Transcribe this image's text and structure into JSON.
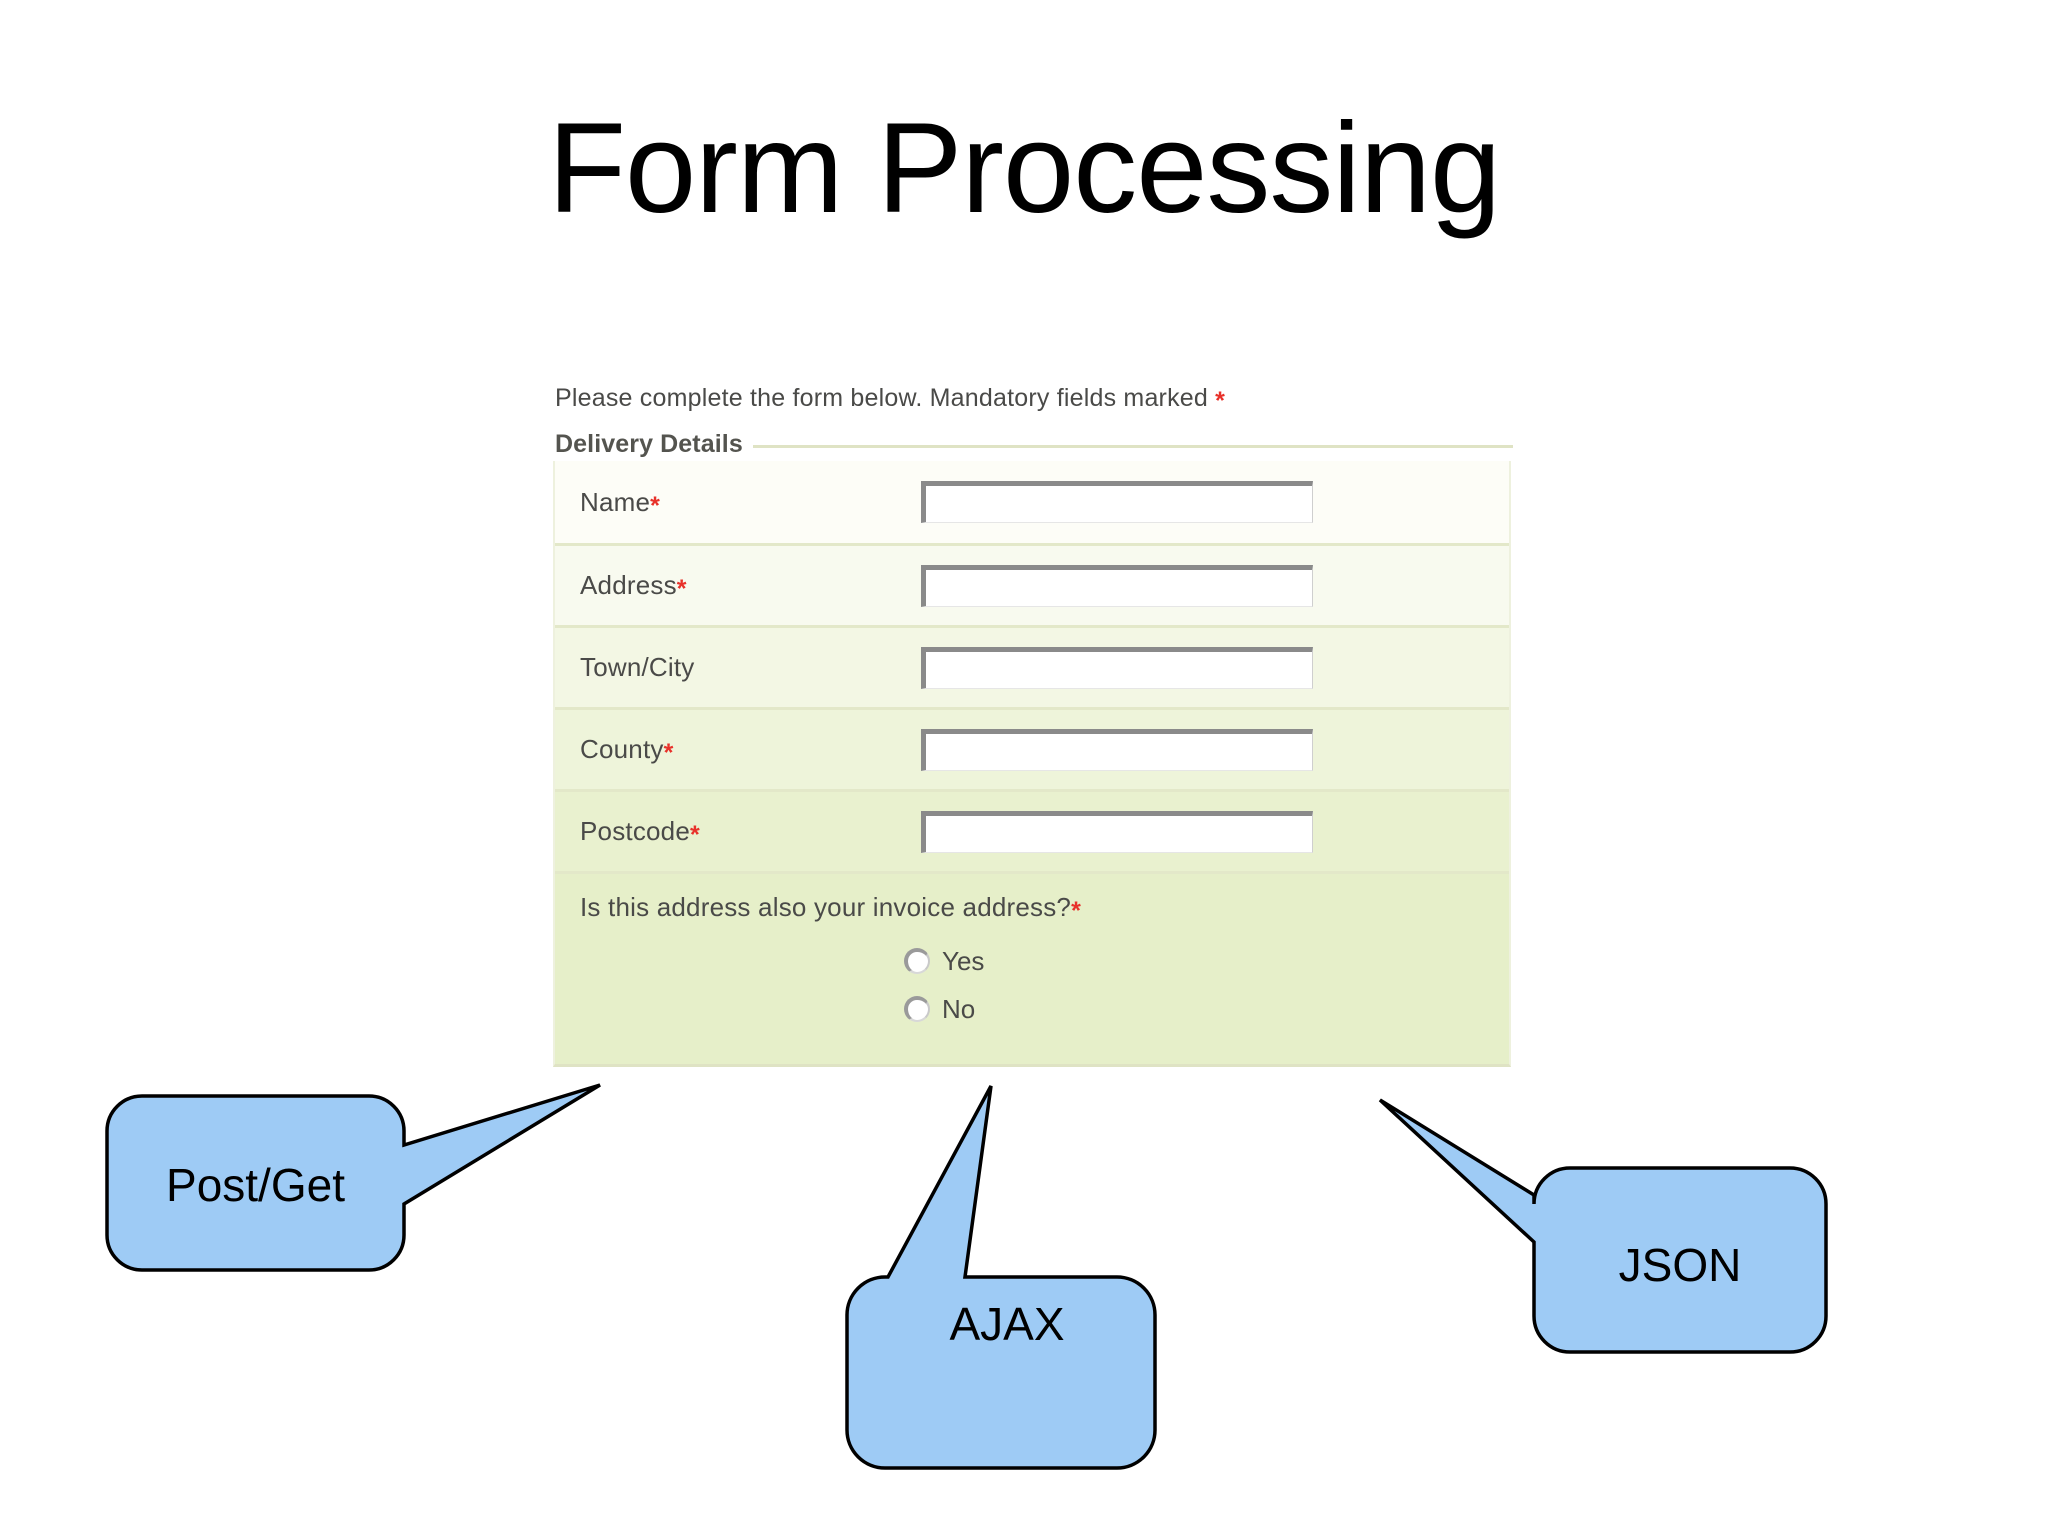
{
  "slide": {
    "title": "Form Processing",
    "background_color": "#ffffff"
  },
  "form": {
    "intro_text": "Please complete the form below. Mandatory fields marked",
    "intro_required_marker": "*",
    "legend": "Delivery Details",
    "required_marker": "*",
    "required_marker_color": "#e8312a",
    "fields": [
      {
        "label": "Name",
        "required": true,
        "value": "",
        "placeholder": ""
      },
      {
        "label": "Address",
        "required": true,
        "value": "",
        "placeholder": ""
      },
      {
        "label": "Town/City",
        "required": false,
        "value": "",
        "placeholder": ""
      },
      {
        "label": "County",
        "required": true,
        "value": "",
        "placeholder": ""
      },
      {
        "label": "Postcode",
        "required": true,
        "value": "",
        "placeholder": ""
      }
    ],
    "invoice_question": {
      "label": "Is this address also your invoice address?",
      "required": true,
      "options": [
        {
          "label": "Yes",
          "selected": false
        },
        {
          "label": "No",
          "selected": false
        }
      ]
    }
  },
  "callouts": [
    {
      "label": "Post/Get",
      "fill": "#9ecbf5",
      "stroke": "#000000"
    },
    {
      "label": "AJAX",
      "fill": "#9ecbf5",
      "stroke": "#000000"
    },
    {
      "label": "JSON",
      "fill": "#9ecbf5",
      "stroke": "#000000"
    }
  ]
}
